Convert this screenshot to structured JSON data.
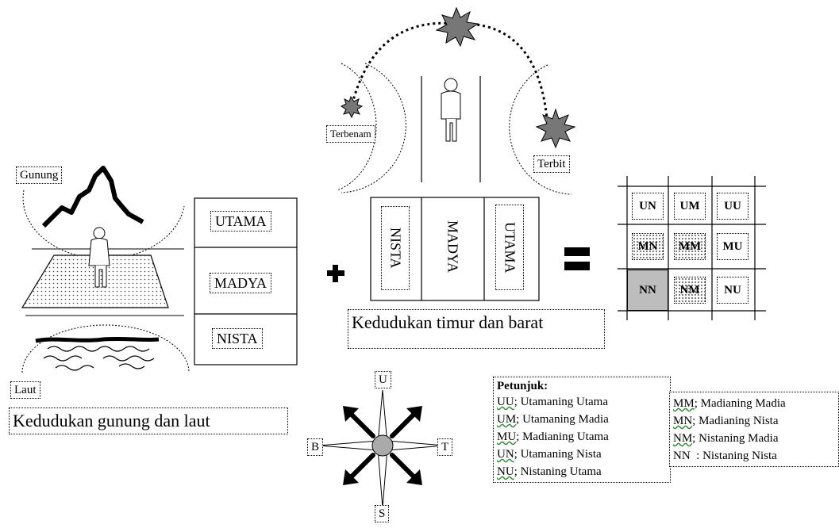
{
  "mountain_sea": {
    "mountain_label": "Gunung",
    "sea_label": "Laut",
    "caption": "Kedudukan gunung dan laut",
    "levels": [
      "UTAMA",
      "MADYA",
      "NISTA"
    ]
  },
  "plus_sign": "+",
  "east_west": {
    "sunset_label": "Terbenam",
    "sunrise_label": "Terbit",
    "caption": "Kedudukan timur dan barat",
    "levels": [
      "NISTA",
      "MADYA",
      "UTAMA"
    ]
  },
  "equals_sign": "=",
  "grid": {
    "cells": [
      [
        "UN",
        "UM",
        "UU"
      ],
      [
        "MN",
        "MM",
        "MU"
      ],
      [
        "NN",
        "NM",
        "NU"
      ]
    ]
  },
  "compass": {
    "north": "U",
    "south": "S",
    "west": "B",
    "east": "T"
  },
  "legend": {
    "title": "Petunjuk:",
    "left": [
      {
        "code": "UU",
        "text": "; Utamaning Utama"
      },
      {
        "code": "UM",
        "text": "; Utamaning Madia"
      },
      {
        "code": "MU",
        "text": "; Madianing Utama"
      },
      {
        "code": "UN",
        "text": "; Utamaning Nista"
      },
      {
        "code": "NU",
        "text": "; Nistaning Utama"
      }
    ],
    "right": [
      {
        "code": "MM",
        "text": "; Madianing Madia"
      },
      {
        "code": "MN",
        "text": "; Madianing Nista"
      },
      {
        "code": "NM",
        "text": "; Nistaning Madia"
      },
      {
        "code": "NN",
        "text": "  : Nistaning Nista"
      }
    ]
  }
}
